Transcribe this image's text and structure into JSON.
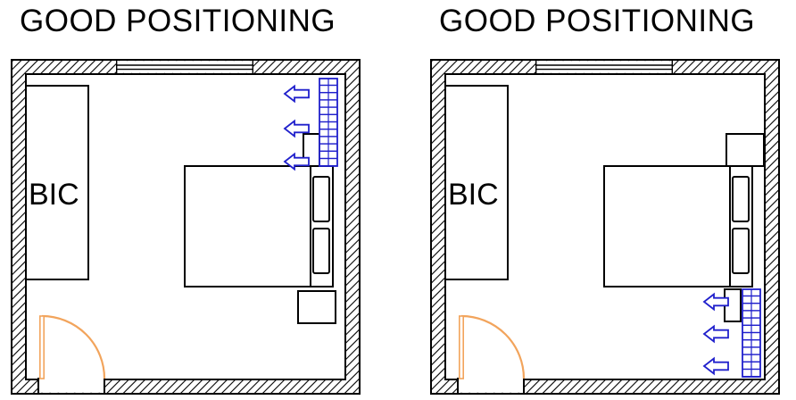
{
  "panels": [
    {
      "title": "GOOD POSITIONING",
      "closet_label": "BIC",
      "radiator_position": "top-right",
      "airflow_arrow_count": 3,
      "airflow_arrow_direction": "left"
    },
    {
      "title": "GOOD POSITIONING",
      "closet_label": "BIC",
      "radiator_position": "bottom-right",
      "airflow_arrow_count": 3,
      "airflow_arrow_direction": "left"
    }
  ],
  "colors": {
    "line_black": "#000000",
    "radiator_blue": "#2020cc",
    "airflow_arrow_blue": "#2020cc",
    "door_orange": "#f2a45c",
    "background": "#ffffff"
  }
}
